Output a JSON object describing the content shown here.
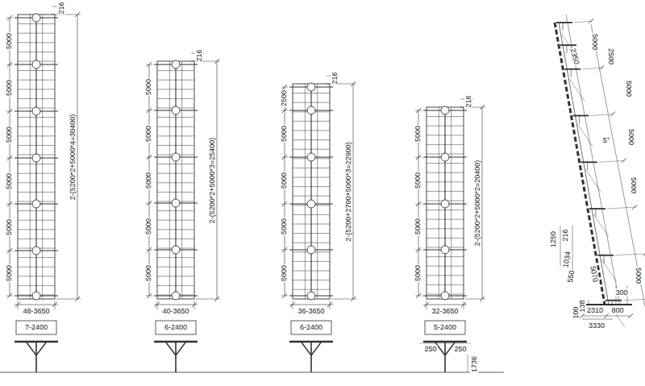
{
  "diagram": {
    "labels": [
      "216",
      "5000",
      "5000",
      "5000",
      "5000",
      "5000",
      "5000",
      "2-(5200*2+5000*4=30400)",
      "48-3650",
      "7-2400",
      "216",
      "5000",
      "5000",
      "5000",
      "5000",
      "5000",
      "2-(5200*2+5000*3=25400)",
      "40-3650",
      "6-2400",
      "216",
      "2500",
      "5000",
      "5000",
      "5000",
      "5000",
      "2-(5200+2700+5000*3=22900)",
      "36-3650",
      "6-2400",
      "216",
      "5000",
      "5000",
      "5000",
      "5000",
      "2-(5200*2+5000*2=20400)",
      "32-3650",
      "5-2400",
      "250",
      "250",
      "1736",
      "5000",
      "2500",
      "2350",
      "5000",
      "5000",
      "5°",
      "5000",
      "5000",
      "1250",
      "216",
      "1034",
      "550",
      "5070",
      "300",
      "138",
      "100",
      "2310",
      "800",
      "3330"
    ]
  }
}
